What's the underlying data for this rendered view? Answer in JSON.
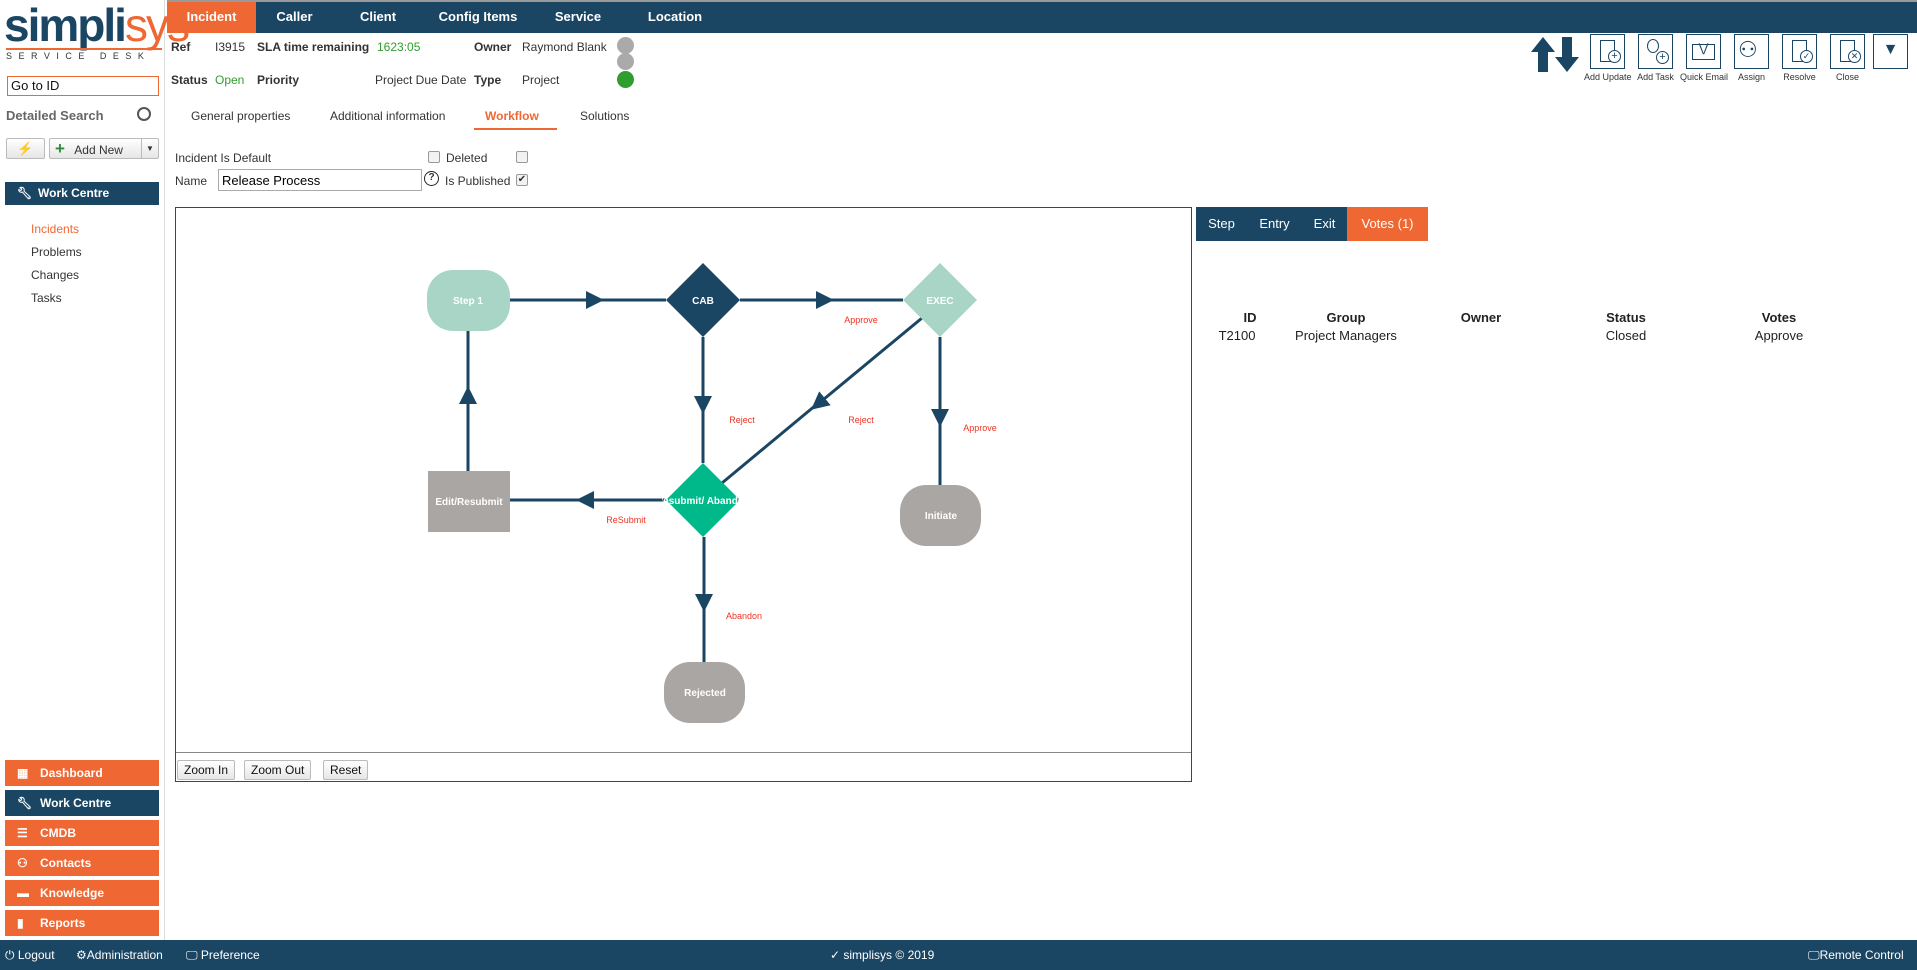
{
  "logo": {
    "brand_a": "simpli",
    "brand_b": "sys",
    "tagline": "SERVICE DESK"
  },
  "topnav": {
    "tabs": [
      "Incident",
      "Caller",
      "Client",
      "Config Items",
      "Service",
      "Location"
    ],
    "active": "Incident"
  },
  "sidebar": {
    "goto_placeholder": "Go to ID",
    "goto_value": "Go to ID",
    "detailed_search": "Detailed Search",
    "add_new": "Add New",
    "work_centre": "Work Centre",
    "items": [
      "Incidents",
      "Problems",
      "Changes",
      "Tasks"
    ],
    "active_item": "Incidents",
    "bottom_nav": [
      "Dashboard",
      "Work Centre",
      "CMDB",
      "Contacts",
      "Knowledge",
      "Reports"
    ]
  },
  "header": {
    "ref_label": "Ref",
    "ref": "I3915",
    "sla_label": "SLA time remaining",
    "sla": "1623:05",
    "owner_label": "Owner",
    "owner": "Raymond Blank",
    "status_label": "Status",
    "status": "Open",
    "priority_label": "Priority",
    "due_label": "Project Due Date",
    "type_label": "Type",
    "type": "Project"
  },
  "toolbar": {
    "buttons": [
      "Add Update",
      "Add Task",
      "Quick Email",
      "Assign",
      "Resolve",
      "Close"
    ]
  },
  "tabs": [
    "General properties",
    "Additional information",
    "Workflow",
    "Solutions"
  ],
  "form": {
    "is_default_label": "Incident Is Default",
    "deleted_label": "Deleted",
    "name_label": "Name",
    "name_value": "Release Process",
    "published_label": "Is Published",
    "is_default": false,
    "deleted": false,
    "published": true
  },
  "workflow": {
    "nodes": {
      "step1": "Step 1",
      "cab": "CAB",
      "exec": "EXEC",
      "resubmit": "Resubmit/ Abandon",
      "edit": "Edit/Resubmit",
      "initiate": "Initiate",
      "rejected": "Rejected"
    },
    "edge_labels": {
      "cab_exec": "Approve",
      "cab_reject": "Reject",
      "exec_reject": "Reject",
      "exec_approve": "Approve",
      "resubmit": "ReSubmit",
      "abandon": "Abandon"
    },
    "zoom_in": "Zoom In",
    "zoom_out": "Zoom Out",
    "reset": "Reset"
  },
  "right_panel": {
    "tabs": [
      "Step",
      "Entry",
      "Exit",
      "Votes (1)"
    ],
    "columns": [
      "ID",
      "Group",
      "Owner",
      "Status",
      "Votes"
    ],
    "rows": [
      {
        "id": "T2100",
        "group": "Project Managers",
        "owner": "",
        "status": "Closed",
        "votes": "Approve"
      }
    ]
  },
  "footer": {
    "logout": "Logout",
    "administration": "Administration",
    "preference": "Preference",
    "copyright": "✓ simplisys © 2019",
    "remote": "Remote Control"
  },
  "colors": {
    "navy": "#1a4664",
    "orange": "#ef6733",
    "green": "#2e9e2e"
  }
}
